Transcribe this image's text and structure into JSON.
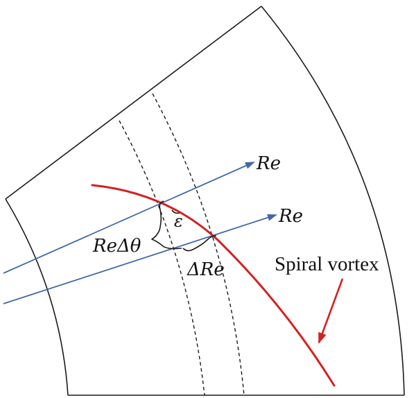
{
  "labels": {
    "re_upper": "Re",
    "re_lower": "Re",
    "epsilon": "ε",
    "re_delta_theta": "ReΔθ",
    "delta_re": "ΔRe",
    "spiral_vortex": "Spiral vortex"
  },
  "colors": {
    "outline": "#1a1a1a",
    "radial_arrow": "#3f68a8",
    "vortex": "#d42020"
  }
}
